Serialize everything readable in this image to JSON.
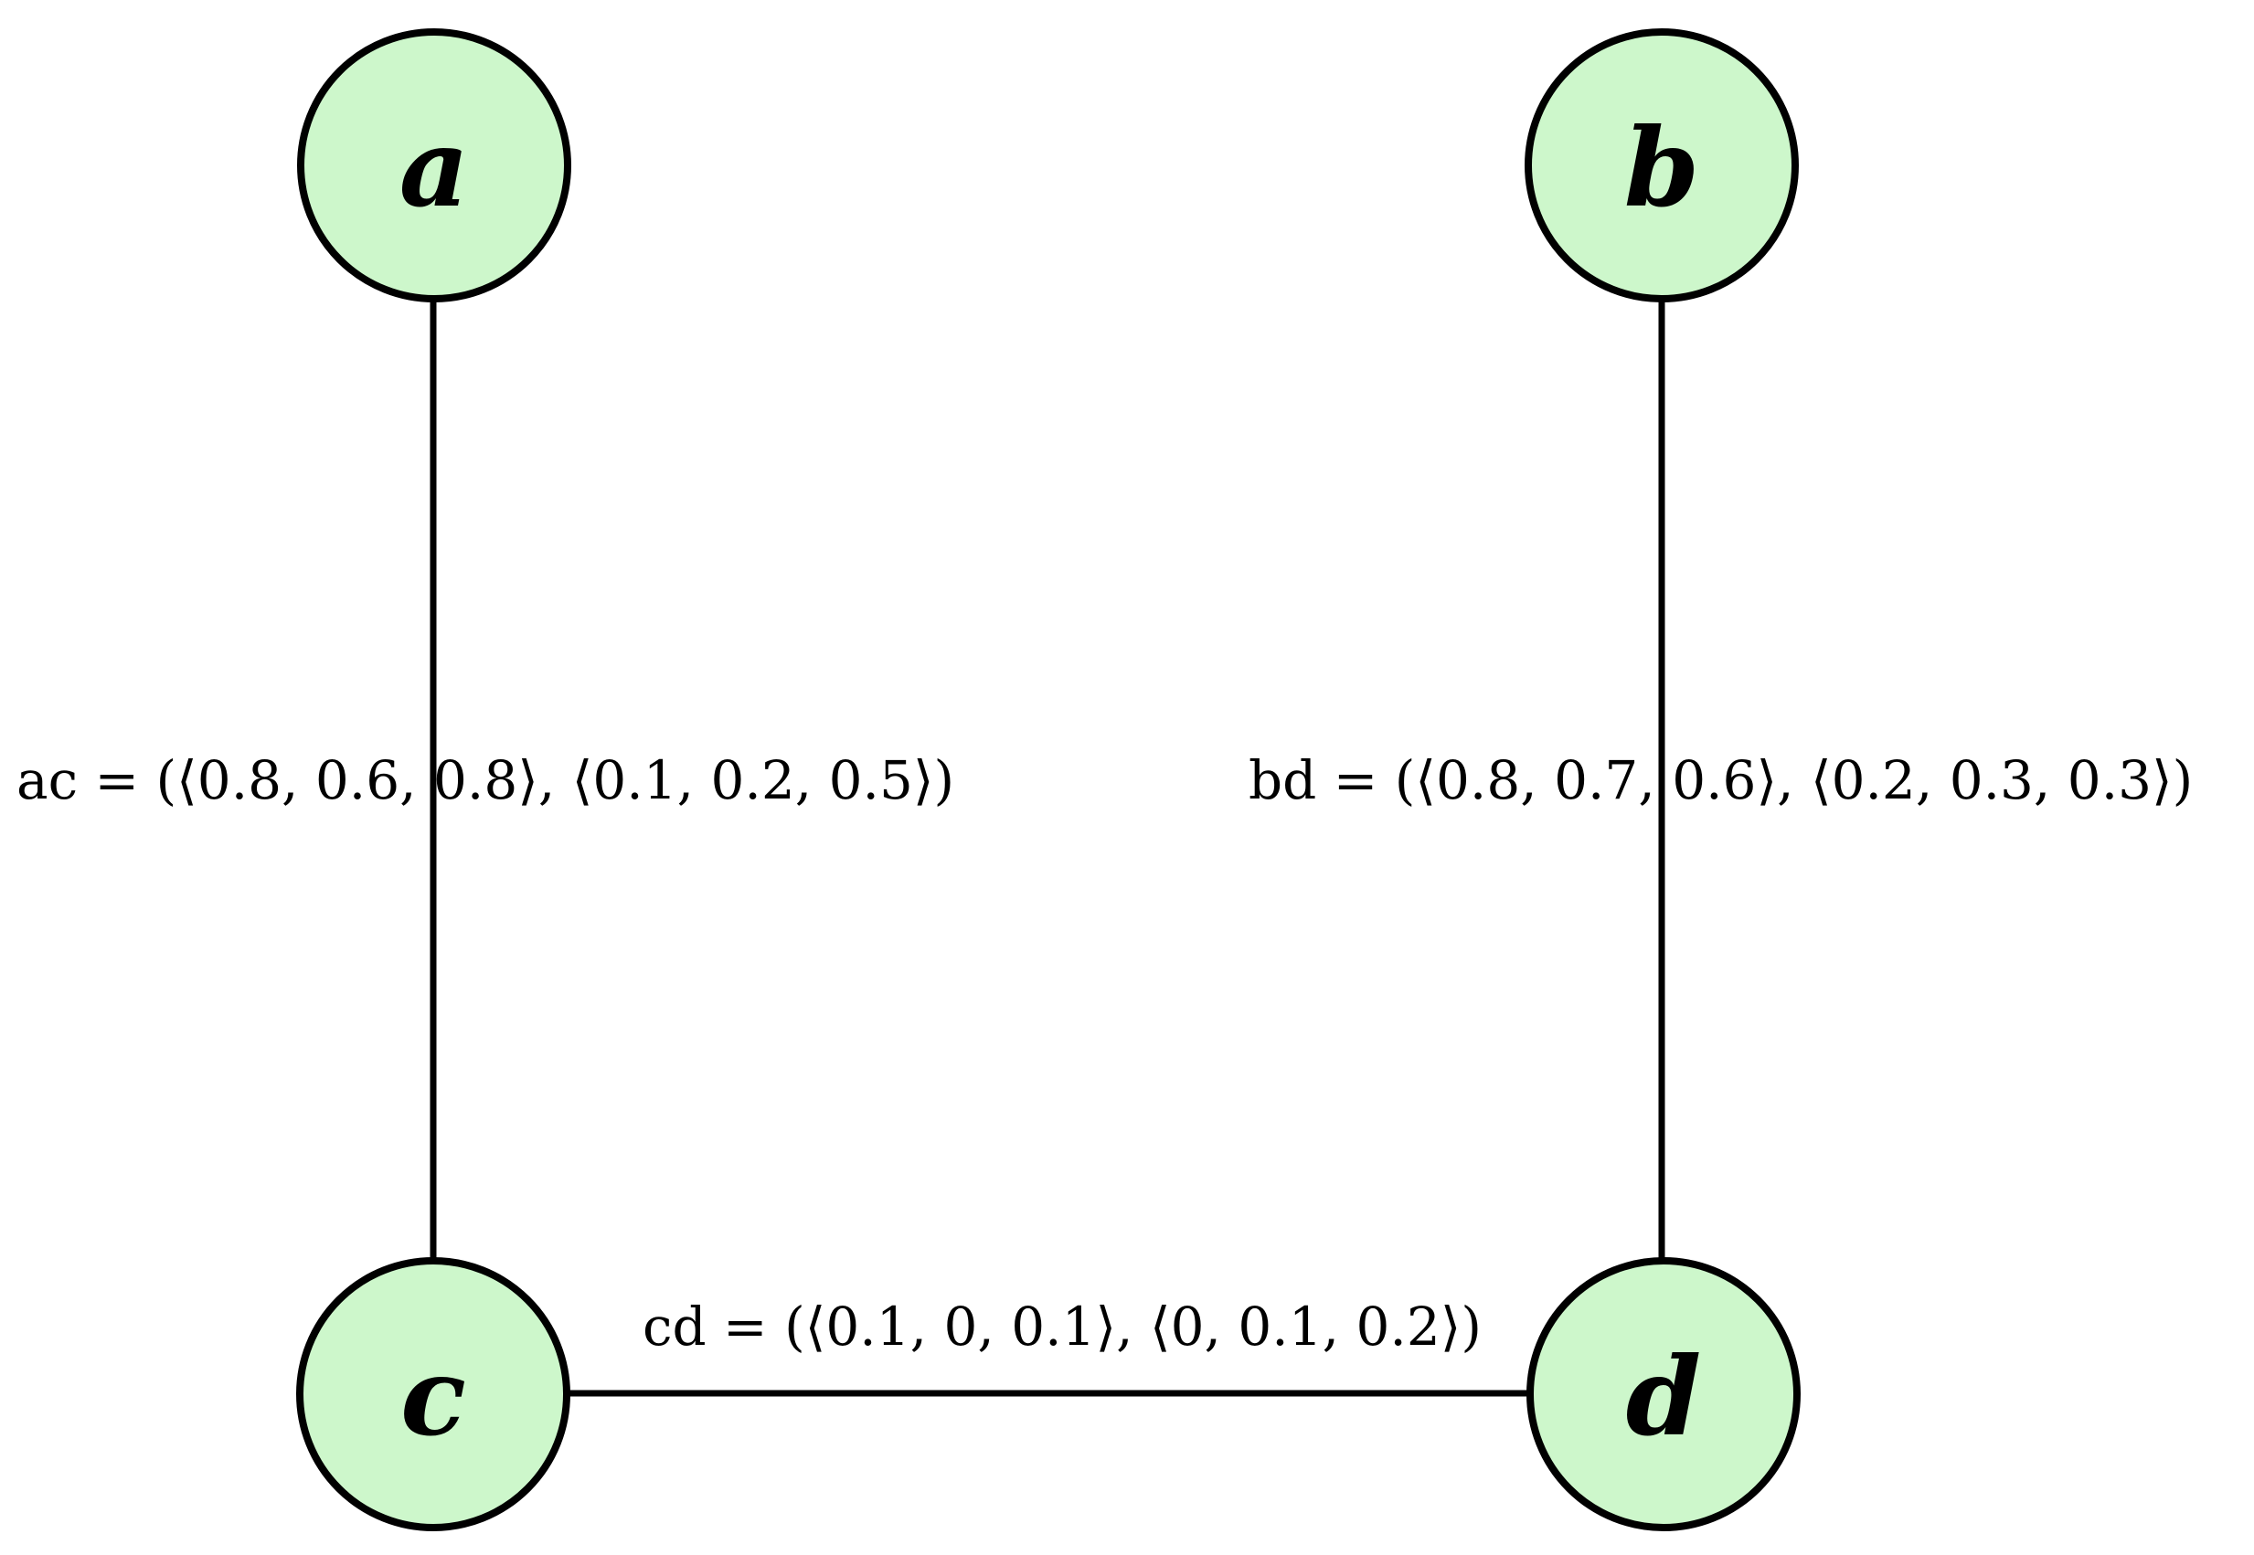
{
  "diagram": {
    "description": "Undirected graph with four vertices and three labeled edges",
    "letter_style": "fraktur",
    "colors": {
      "background": "#ffffff",
      "node_fill": "#cdf7cb",
      "node_stroke": "#000000",
      "edge_stroke": "#000000",
      "text": "#000000"
    },
    "nodes": [
      {
        "id": "a",
        "label": "a"
      },
      {
        "id": "b",
        "label": "b"
      },
      {
        "id": "c",
        "label": "c"
      },
      {
        "id": "d",
        "label": "d"
      }
    ],
    "edges": [
      {
        "name": "ac",
        "from": "a",
        "to": "c",
        "membership": [
          0.8,
          0.6,
          0.8
        ],
        "non_membership": [
          0.1,
          0.2,
          0.5
        ],
        "label": "ac = (⟨0.8, 0.6, 0.8⟩, ⟨0.1, 0.2, 0.5⟩)"
      },
      {
        "name": "bd",
        "from": "b",
        "to": "d",
        "membership": [
          0.8,
          0.7,
          0.6
        ],
        "non_membership": [
          0.2,
          0.3,
          0.3
        ],
        "label": "bd = (⟨0.8, 0.7, 0.6⟩, ⟨0.2, 0.3, 0.3⟩)"
      },
      {
        "name": "cd",
        "from": "c",
        "to": "d",
        "membership": [
          0.1,
          0,
          0.1
        ],
        "non_membership": [
          0,
          0.1,
          0.2
        ],
        "label": "cd = (⟨0.1, 0, 0.1⟩, ⟨0, 0.1, 0.2⟩)"
      }
    ]
  }
}
